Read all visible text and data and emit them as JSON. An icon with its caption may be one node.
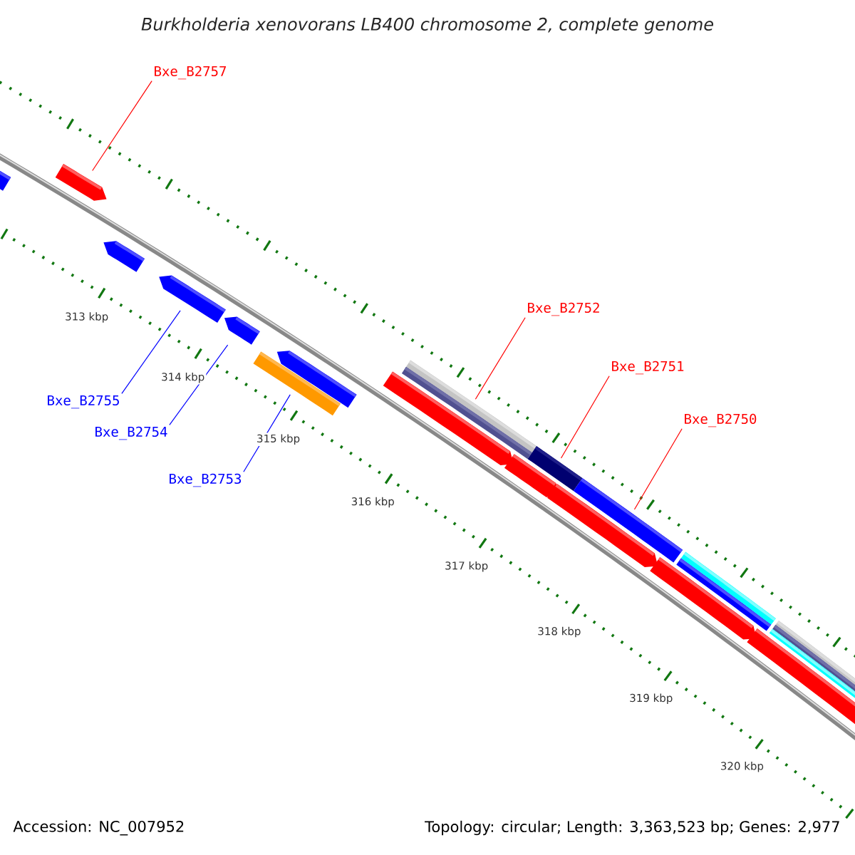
{
  "diagram": {
    "title": "Burkholderia xenovorans LB400 chromosome 2, complete genome",
    "nodes": [
      {
        "text": [
          "Bxe_B2757"
        ]
      },
      {
        "text": [
          "Bxe_B2755"
        ]
      },
      {
        "text": [
          "Bxe_B2754"
        ]
      },
      {
        "text": [
          "Bxe_B2753"
        ]
      },
      {
        "text": [
          "Bxe_B2752"
        ]
      },
      {
        "text": [
          "Bxe_B2751"
        ]
      },
      {
        "text": [
          "Bxe_B2750"
        ]
      },
      {
        "text": [],
        "shape": "bar"
      },
      {
        "text": [],
        "shape": "bar"
      },
      {
        "text": [],
        "shape": "bar"
      },
      {
        "text": [],
        "shape": "bar"
      },
      {
        "text": [],
        "shape": "bar"
      },
      {
        "text": [],
        "shape": "bar"
      },
      {
        "text": [],
        "shape": "bar"
      },
      {
        "text": [],
        "shape": "bar"
      },
      {
        "text": [],
        "shape": "bar"
      },
      {
        "text": [],
        "shape": "bar"
      },
      {
        "text": [],
        "shape": "bar"
      },
      {
        "text": [],
        "shape": "bar"
      },
      {
        "text": [],
        "shape": "bar"
      },
      {
        "text": [],
        "shape": "bar"
      },
      {
        "text": [],
        "shape": "bar"
      },
      {
        "text": [],
        "shape": "bar"
      },
      {
        "text": [],
        "shape": "bar"
      }
    ],
    "edges": [
      {
        "from": 0,
        "to": 8,
        "arrow": "none"
      },
      {
        "from": 1,
        "to": 10,
        "arrow": "none",
        "color": "#0000ff"
      },
      {
        "from": 2,
        "to": 11,
        "arrow": "none",
        "color": "#0000ff"
      },
      {
        "from": 3,
        "to": 13,
        "arrow": "none",
        "color": "#0000ff"
      },
      {
        "from": 4,
        "to": 19,
        "arrow": "none"
      },
      {
        "from": 5,
        "to": 20,
        "arrow": "none"
      },
      {
        "from": 6,
        "to": 21,
        "arrow": "none"
      }
    ],
    "labels": [
      "313 kbp",
      "314 kbp",
      "315 kbp",
      "316 kbp",
      "317 kbp",
      "318 kbp",
      "319 kbp",
      "320 kbp",
      "Accession: NC_007952",
      "Topology: circular; Length: 3,363,523 bp; Genes: 2,977"
    ]
  }
}
